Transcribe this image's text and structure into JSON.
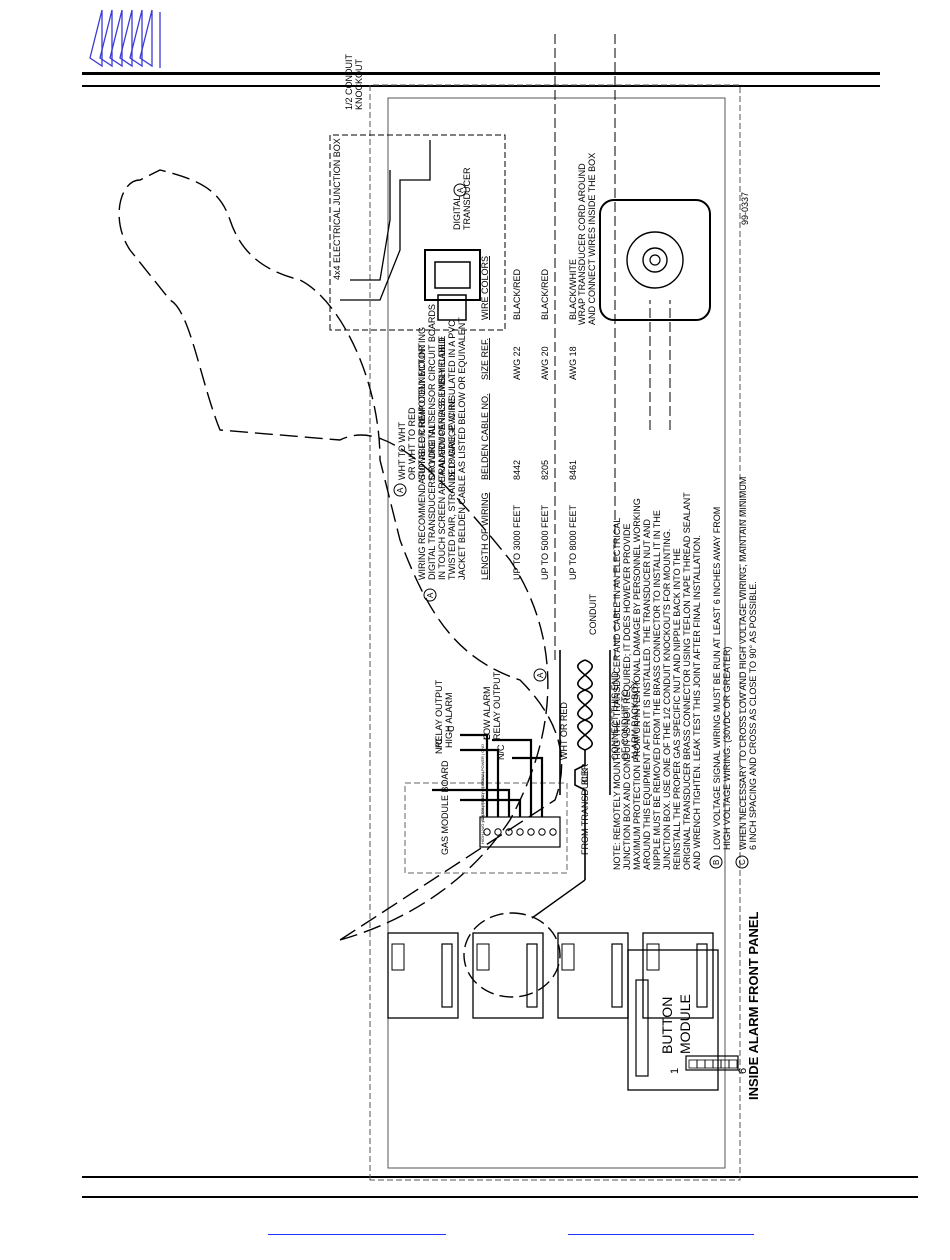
{
  "logo": {
    "icon": "parallel-lines-logo",
    "color": "#3b3bd6"
  },
  "figure_id": "99-0337",
  "panel_title": "INSIDE ALARM FRONT PANEL",
  "button_module": {
    "label_top": "BUTTON",
    "label_bottom": "MODULE",
    "pin_first": "1",
    "pin_last": "6"
  },
  "gas_module_board": {
    "label": "GAS MODULE BOARD",
    "terminal_row1": "HIGH | N/O | C | LOW | N/C | C | SIGNAL",
    "terminal_row2": "ALARM | RELAY | SIGNAL | POWER | GND"
  },
  "relay_labels": {
    "c1": "C",
    "nc1": "N/C",
    "high_alarm_1": "HIGH ALARM",
    "high_alarm_2": "RELAY OUTPUT",
    "c2": "C",
    "nc2": "N/C",
    "low_alarm_1": "LOW ALARM",
    "low_alarm_2": "RELAY OUTPUT"
  },
  "wire_labels": {
    "wht_or_red": "WHT OR RED",
    "blk": "BLK",
    "from_transducer": "FROM TRANSDUCER",
    "conduit": "CONDUIT",
    "connect_1": "CONNECT THIS END",
    "connect_2": "OF CONDUIT TO",
    "connect_3": "ALARM BACK BOX",
    "callout_a": "A"
  },
  "junction_box": {
    "title": "4x4 ELECTRICAL JUNCTION BOX",
    "knockout_1": "1/2 CONDUIT",
    "knockout_2": "KNOCKOUT",
    "digital_1": "DIGITAL",
    "digital_2": "TRANSDUCER",
    "crimp": "SUITABLE CRIMP CONNECTOR",
    "assembly": "TRANSDUCER ASSEMBLY CABLE"
  },
  "note_a": [
    "WHT TO WHT",
    "OR WHT TO RED",
    "SUITABLE CRIMP CONNECTOR",
    "OR WIRE NUT",
    "TRANSDUCER ASSEMBLY CABLE",
    "IS 18 GAUGE WIRE"
  ],
  "wiring_recommendations": [
    "WIRING RECOMMENDATIONS FOR REMOTELY MOUNTING",
    "DIGITAL TRANSDUCERS TO DIGITAL SENSOR CIRCUIT BOARDS",
    "IN TOUCH SCREEN AREA ALARM PANELS. UNSHIELDED",
    "TWISTED PAIR, STRANDED WIRE, PVC INSULATED IN A PVC",
    "JACKET BELDEN CABLE AS LISTED BELOW OR EQUIVALENT"
  ],
  "wire_table": {
    "headers": [
      "LENGTH OF WIRING",
      "BELDEN CABLE NO.",
      "SIZE REF.",
      "WIRE COLORS"
    ],
    "rows": [
      [
        "UP TO 3000 FEET",
        "8442",
        "AWG 22",
        "BLACK/RED"
      ],
      [
        "UP TO 5000 FEET",
        "8205",
        "AWG 20",
        "BLACK/RED"
      ],
      [
        "UP TO 8000 FEET",
        "8461",
        "AWG 18",
        "BLACK/WHITE"
      ]
    ]
  },
  "wrap_note": [
    "WRAP TRANSDUCER CORD AROUND",
    "AND CONNECT WIRES INSIDE THE BOX"
  ],
  "note_main": [
    "NOTE: REMOTELY MOUNTING THE TRANSDUCER AND CABLE IN AN ELECTRICAL",
    "JUNCTION BOX AND CONDUIT IS NOT REQUIRED; IT DOES HOWEVER PROVIDE",
    "MAXIMUM PROTECTION FROM UN-INTENTIONAL DAMAGE BY PERSONNEL WORKING",
    "AROUND THIS EQUIPMENT AFTER IT IS INSTALLED. THE TRANSDUCER NUT AND",
    "NIPPLE MUST BE REMOVED FROM THE BRASS CONNECTOR TO INSTALL IT IN THE",
    "JUNCTION BOX. USE ONE OF THE 1/2 CONDUIT KNOCKOUTS FOR MOUNTING.",
    "REINSTALL THE PROPER GAS SPECIFIC NUT AND NIPPLE BACK INTO THE",
    "ORIGINAL TRANSDUCER BRASS CONNECTOR USING TEFLON TAPE THREAD SEALANT",
    "AND WRENCH TIGHTEN. LEAK TEST THIS JOINT AFTER FINAL INSTALLATION."
  ],
  "note_b": [
    "LOW VOLTAGE SIGNAL WIRING MUST BE RUN AT LEAST 6 INCHES AWAY FROM",
    "HIGH VOLTAGE WIRING. (30VDC OR GREATER)"
  ],
  "note_c": [
    "WHEN NECESSARY TO CROSS LOW AND HIGH VOLTAGE WIRING, MAINTAIN MINIMUM",
    "6 INCH SPACING AND CROSS AS CLOSE TO 90° AS POSSIBLE."
  ],
  "callouts": {
    "a": "A",
    "b": "B",
    "c": "C"
  }
}
